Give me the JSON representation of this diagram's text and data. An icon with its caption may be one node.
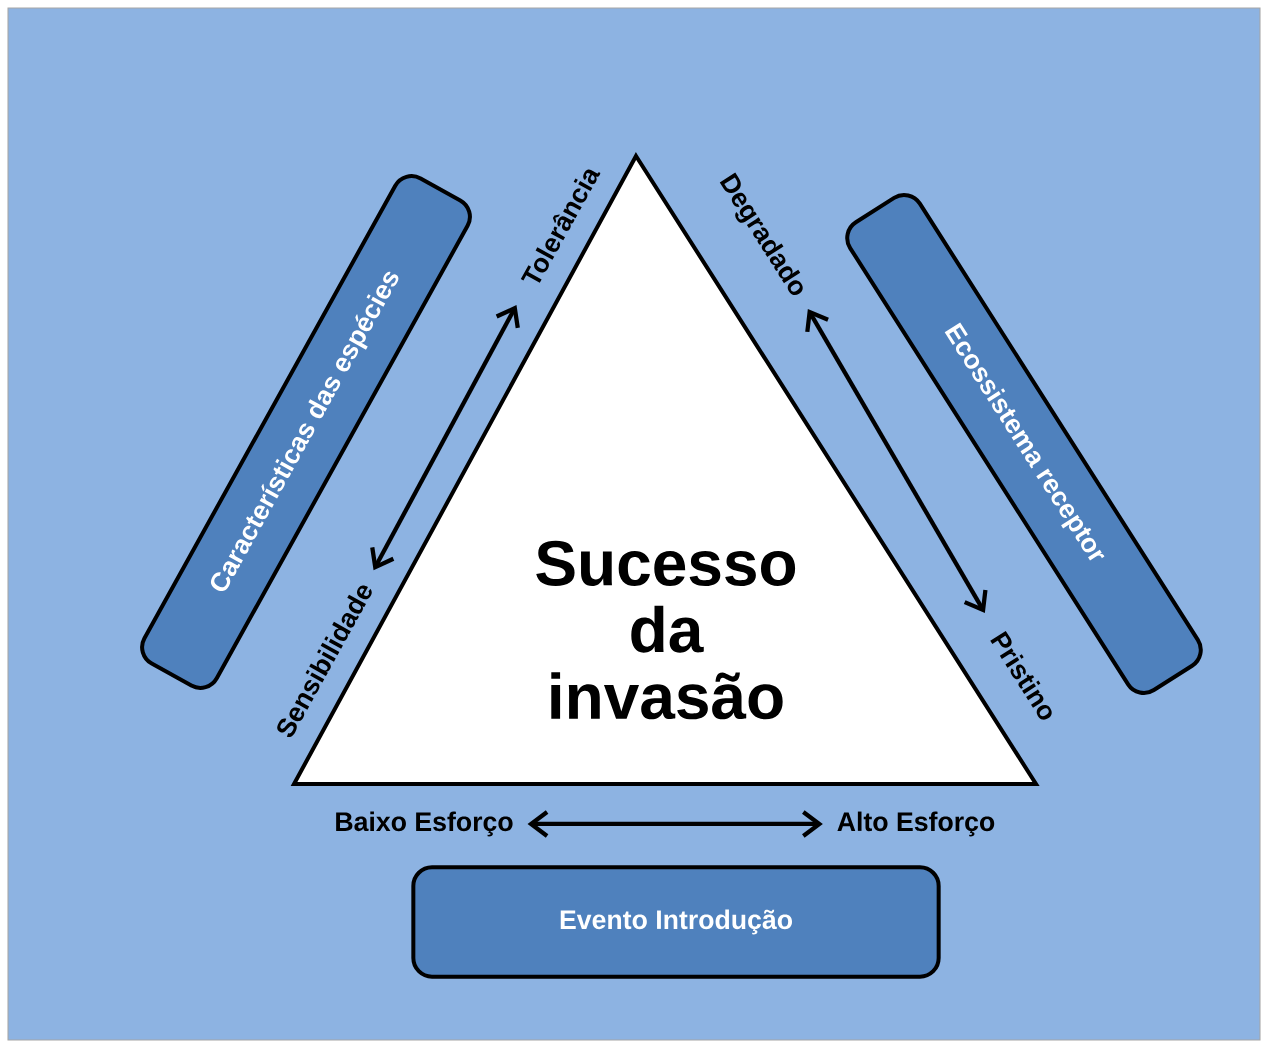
{
  "diagram": {
    "nodes": [
      {
        "text": [
          "Sucesso da invasão"
        ]
      },
      {
        "text": [
          "Características das espécies"
        ]
      },
      {
        "text": [
          "Ecossistema receptor"
        ]
      },
      {
        "text": [
          "Evento Introdução"
        ]
      },
      {
        "text": [
          "Tolerância"
        ]
      },
      {
        "text": [
          "Sensibilidade"
        ]
      },
      {
        "text": [
          "Degradado"
        ]
      },
      {
        "text": [
          "Pristino"
        ]
      },
      {
        "text": [
          "Baixo Esforço"
        ]
      },
      {
        "text": [
          "Alto Esforço"
        ]
      }
    ],
    "edges": [
      {
        "from": 5,
        "to": 4,
        "arrow": "both"
      },
      {
        "from": 6,
        "to": 7,
        "arrow": "both"
      },
      {
        "from": 8,
        "to": 9,
        "arrow": "both"
      }
    ]
  }
}
